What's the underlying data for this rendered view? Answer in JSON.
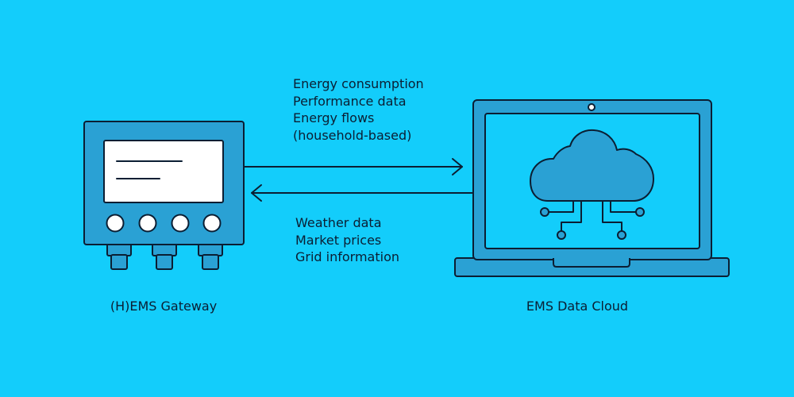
{
  "colors": {
    "background": "#13cdfb",
    "device_fill": "#2aa1d4",
    "outline": "#0b1e33",
    "white": "#ffffff"
  },
  "upstream_flow": {
    "lines": [
      "Energy consumption",
      "Performance data",
      "Energy flows",
      "(household-based)"
    ]
  },
  "downstream_flow": {
    "lines": [
      "Weather data",
      "Market prices",
      "Grid information"
    ]
  },
  "gateway": {
    "label": "(H)EMS Gateway",
    "icon": "gateway-device-icon"
  },
  "cloud": {
    "label": "EMS Data Cloud",
    "icon": "laptop-cloud-icon"
  }
}
